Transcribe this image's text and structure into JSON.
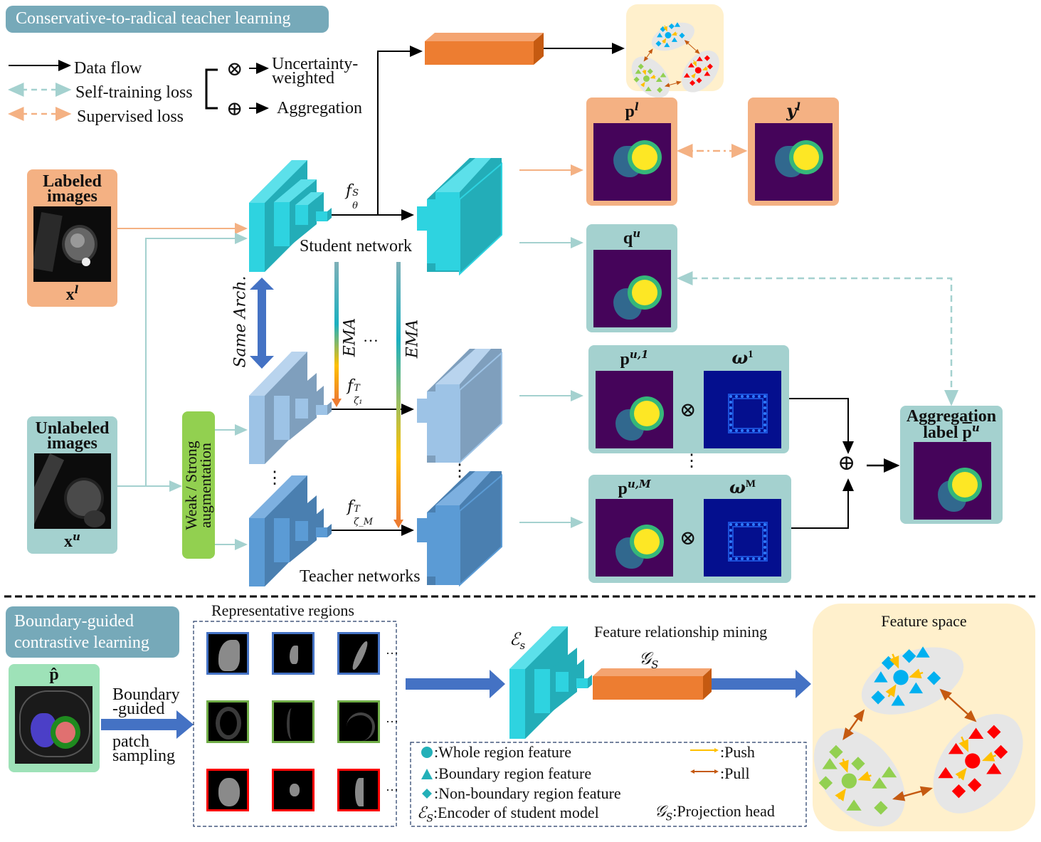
{
  "top_section": {
    "title": "Conservative-to-radical teacher learning",
    "legend": {
      "data_flow": "Data flow",
      "self_training_loss": "Self-training loss",
      "supervised_loss": "Supervised loss",
      "otimes_symbol": "⊗",
      "oplus_symbol": "⊕",
      "uncertainty_weighted": [
        "Uncertainty-",
        "weighted"
      ],
      "aggregation": "Aggregation"
    },
    "labeled_images": {
      "title": [
        "Labeled",
        "images"
      ],
      "var": "x",
      "sup": "l"
    },
    "unlabeled_images": {
      "title": [
        "Unlabeled",
        "images"
      ],
      "var": "x",
      "sup": "u"
    },
    "augmentation": [
      "Weak / Strong",
      "augmentation"
    ],
    "student_network": {
      "label": "Student network",
      "func": "f",
      "sup": "S",
      "sub": "θ"
    },
    "same_arch": "Same Arch.",
    "ema_label": "EMA",
    "ellipsis_h": "…",
    "ellipsis_v": "⋮",
    "teacher_networks": {
      "label": "Teacher networks",
      "teacher1": {
        "func": "f",
        "sup": "T",
        "sub": "ζ₁"
      },
      "teacherM": {
        "func": "f",
        "sup": "T",
        "sub": "ζ_M"
      }
    },
    "outputs": {
      "p_l": {
        "var": "p",
        "sup": "l"
      },
      "y_l": {
        "var": "y",
        "sup": "l"
      },
      "q_u": {
        "var": "q",
        "sup": "u"
      },
      "p_u1": {
        "var": "p",
        "sup": "u,1"
      },
      "w1": {
        "var": "ω",
        "sup": "1"
      },
      "p_uM": {
        "var": "p",
        "sup": "u,M"
      },
      "wM": {
        "var": "ω",
        "sup": "M"
      },
      "aggregation_label": {
        "line1": "Aggregation",
        "line2": "label",
        "var": "p",
        "sup": "u"
      }
    }
  },
  "bottom_section": {
    "title": [
      "Boundary-guided",
      "contrastive learning"
    ],
    "p_hat": "p̂",
    "sampling_label": [
      "Boundary",
      "-guided",
      "patch",
      "sampling"
    ],
    "representative_regions": "Representative regions",
    "region_rows": [
      {
        "class": "blue",
        "color": "#4472c4",
        "count": 3
      },
      {
        "class": "green",
        "color": "#70ad47",
        "count": 3
      },
      {
        "class": "red",
        "color": "#ff0000",
        "count": 3
      }
    ],
    "encoder_symbol": "ℰ",
    "encoder_sub": "s",
    "projection_symbol": "𝒢",
    "projection_sub": "S",
    "feature_relationship_mining": "Feature relationship mining",
    "feature_space": "Feature space",
    "legend": {
      "whole": ":Whole region feature",
      "boundary": ":Boundary region feature",
      "non_boundary": ":Non-boundary region feature",
      "encoder": ":Encoder of student model",
      "projection": ":Projection head",
      "push": ":Push",
      "pull": ":Pull"
    }
  },
  "colors": {
    "title_pill": "#76a9b9",
    "orange_card": "#f4b183",
    "teal_card": "#a4d1cf",
    "green_card": "#92d050",
    "light_green_card": "#9ee2b8",
    "student_cyan": "#2ed3e0",
    "teacher1_blue": "#9dc3e6",
    "teacherM_blue": "#5b9bd5",
    "projection_orange": "#ed7d31",
    "arrow_blue": "#4472c4",
    "feature_bg": "#fff0cc",
    "push": "#ffc000",
    "pull": "#c55a11",
    "cluster_blue": "#00b0f0",
    "cluster_green": "#92d050",
    "cluster_red": "#ff0000"
  }
}
